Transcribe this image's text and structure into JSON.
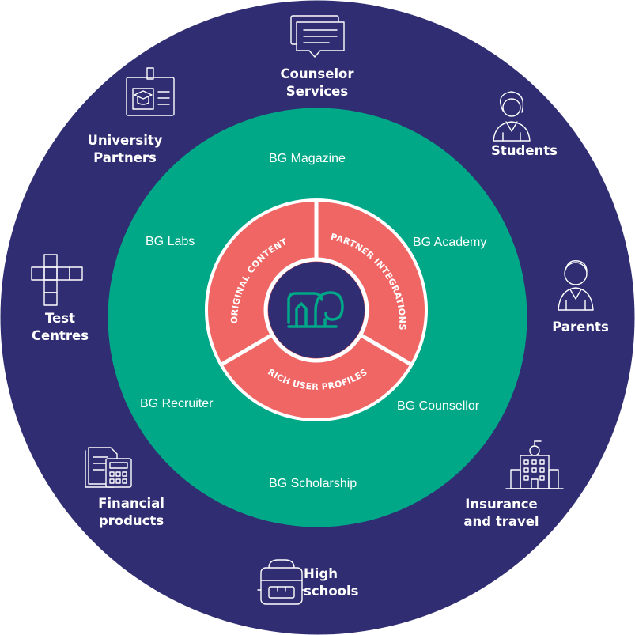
{
  "colors": {
    "outer_ring": "#302d72",
    "middle_ring": "#00a888",
    "inner_ring": "#ef6664",
    "center": "#302d72",
    "logo": "#00a888"
  },
  "outer_items": [
    {
      "id": "counselor-services",
      "line1": "Counselor",
      "line2": "Services",
      "icon": "chat-bubbles-icon"
    },
    {
      "id": "students",
      "line1": "Students",
      "line2": "",
      "icon": "student-icon"
    },
    {
      "id": "parents",
      "line1": "Parents",
      "line2": "",
      "icon": "parent-icon"
    },
    {
      "id": "insurance-travel",
      "line1": "Insurance",
      "line2": "and travel",
      "icon": "building-icon"
    },
    {
      "id": "high-schools",
      "line1": "High",
      "line2": "schools",
      "icon": "backpack-icon"
    },
    {
      "id": "financial-products",
      "line1": "Financial",
      "line2": "products",
      "icon": "calculator-icon"
    },
    {
      "id": "test-centres",
      "line1": "Test",
      "line2": "Centres",
      "icon": "crossword-icon"
    },
    {
      "id": "university-partners",
      "line1": "University",
      "line2": "Partners",
      "icon": "id-badge-icon"
    }
  ],
  "middle_items": [
    "BG Magazine",
    "BG Academy",
    "BG Counsellor",
    "BG Scholarship",
    "BG Recruiter",
    "BG Labs"
  ],
  "inner_segments": [
    "ORIGINAL CONTENT",
    "PARTNER INTEGRATIONS",
    "RICH USER PROFILES"
  ],
  "center": {
    "icon": "elephant-logo-icon"
  }
}
